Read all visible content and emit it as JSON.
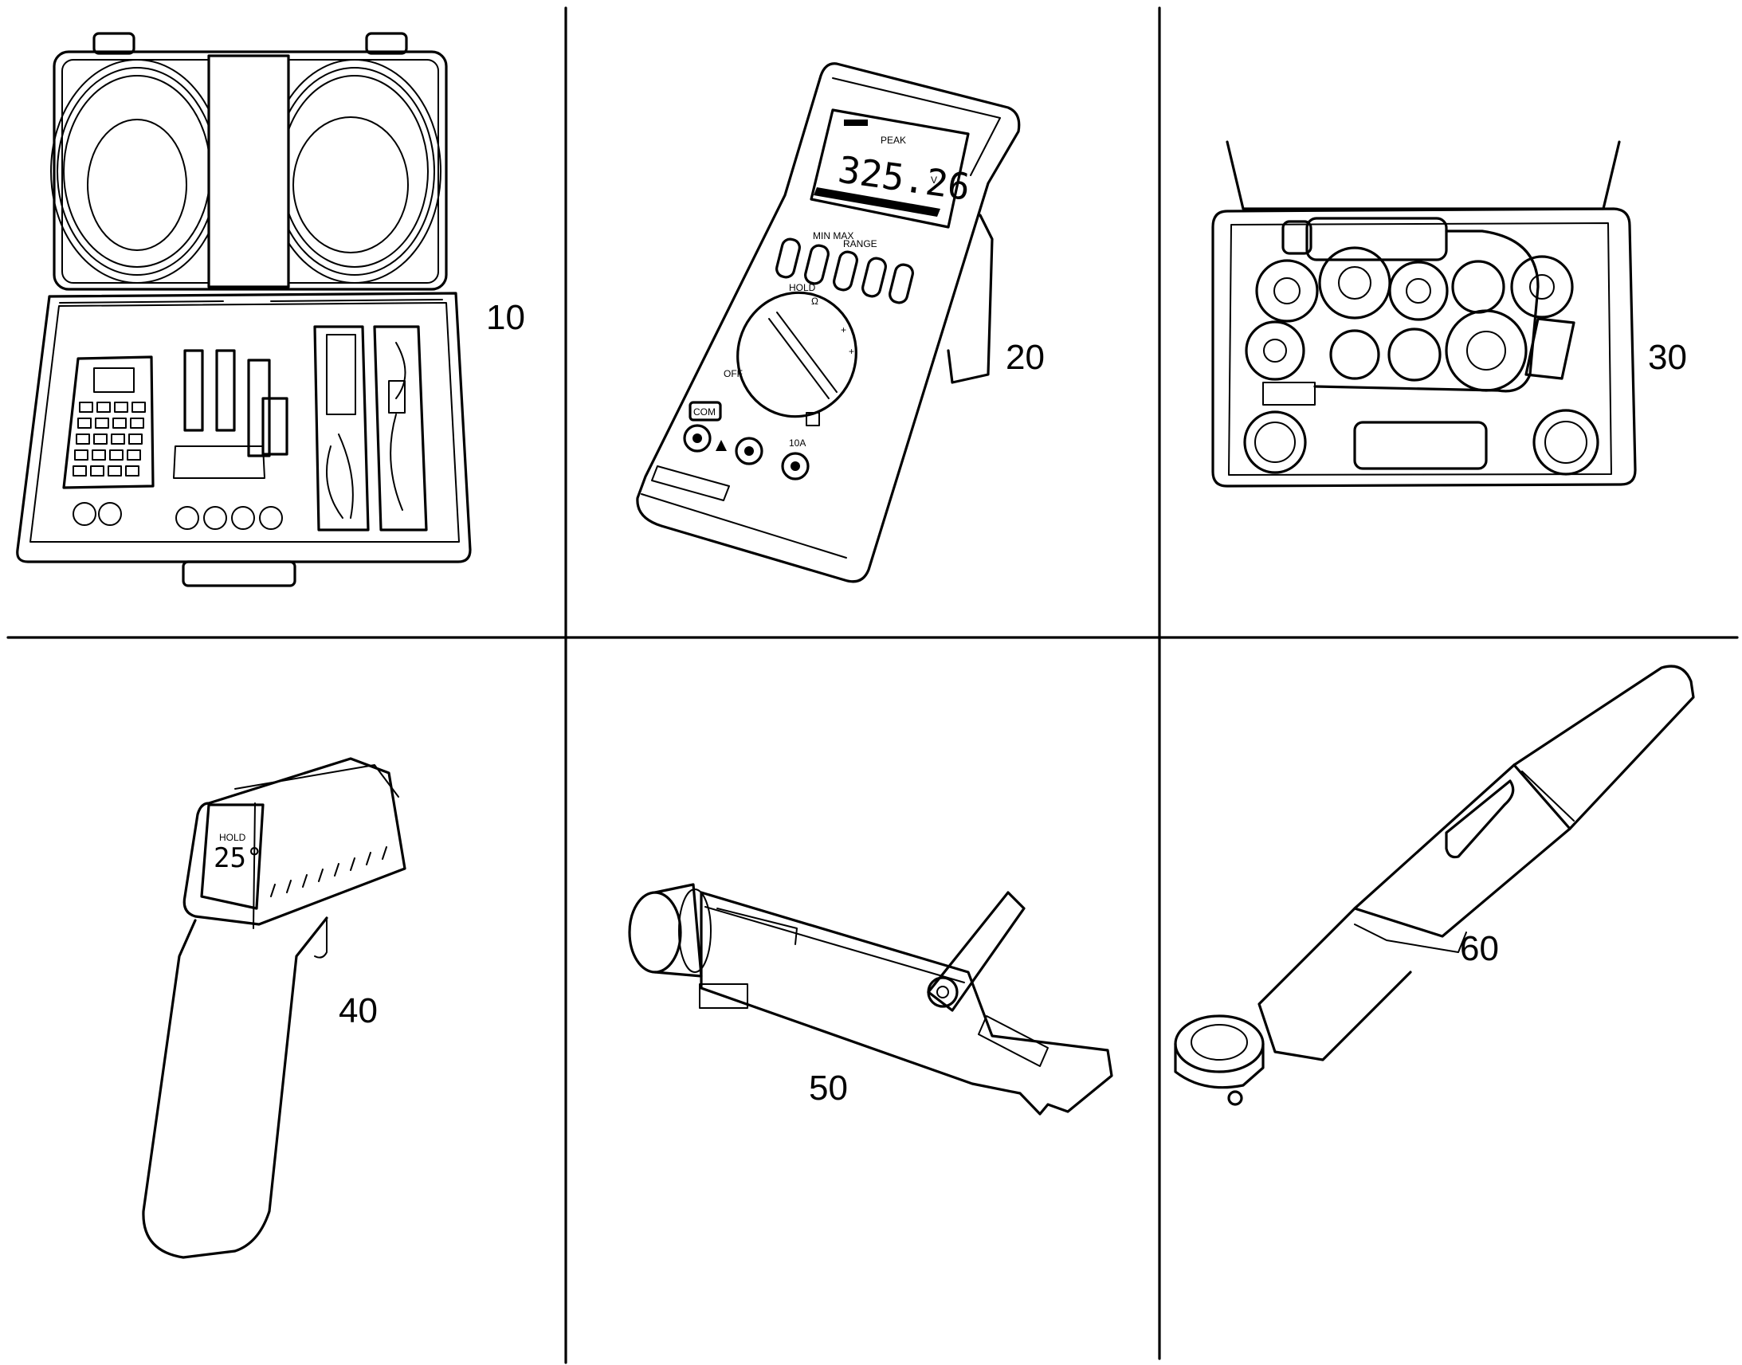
{
  "callouts": {
    "c10": "10",
    "c20": "20",
    "c30": "30",
    "c40": "40",
    "c50": "50",
    "c60": "60"
  },
  "multimeter": {
    "display": "325.26",
    "unit": "V",
    "peak_label": "PEAK",
    "buttons": [
      "MIN MAX",
      "RANGE"
    ],
    "hold_label": "HOLD",
    "com_label": "COM",
    "amp_label": "10A",
    "off_label": "OFF"
  },
  "thermometer": {
    "hold_label": "HOLD",
    "reading": "25°"
  },
  "colors": {
    "line": "#000000",
    "background": "#ffffff"
  }
}
